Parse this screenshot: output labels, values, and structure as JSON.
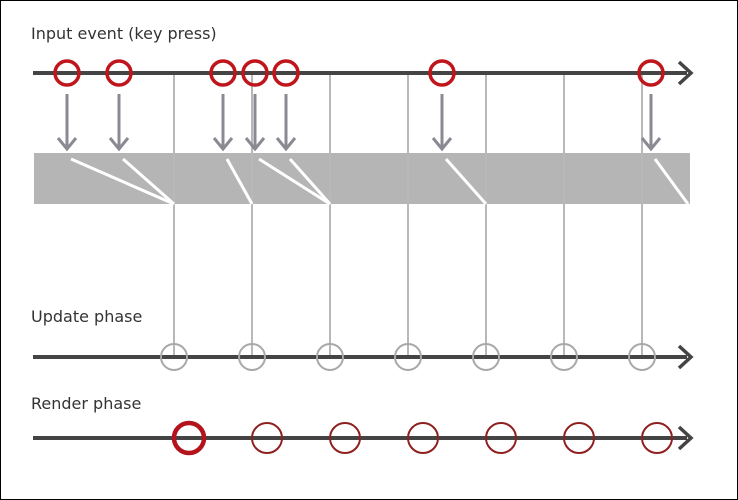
{
  "lanes": {
    "input": {
      "label": "Input event (key press)"
    },
    "update": {
      "label": "Update phase"
    },
    "render": {
      "label": "Render phase"
    }
  },
  "events": {
    "input_times": [
      66,
      118,
      222,
      254,
      285,
      441,
      650
    ],
    "update_times": [
      173,
      251,
      329,
      407,
      485,
      563,
      641
    ],
    "render_times": [
      188,
      266,
      344,
      422,
      500,
      578,
      656
    ],
    "highlighted_render_index": 0
  },
  "colors": {
    "axis": "#444444",
    "input_circle": "#c0161b",
    "input_arrow": "#8a8a93",
    "tick": "#b8b8b8",
    "band": "#b5b5b5",
    "band_link": "#ffffff",
    "update_circle": "#a8a8a8",
    "render_circle": "#8e2020",
    "render_circle_highlight": "#b3131b"
  },
  "icons": {
    "axis_end": "arrowhead-icon",
    "input_arrow": "down-arrow-icon"
  }
}
